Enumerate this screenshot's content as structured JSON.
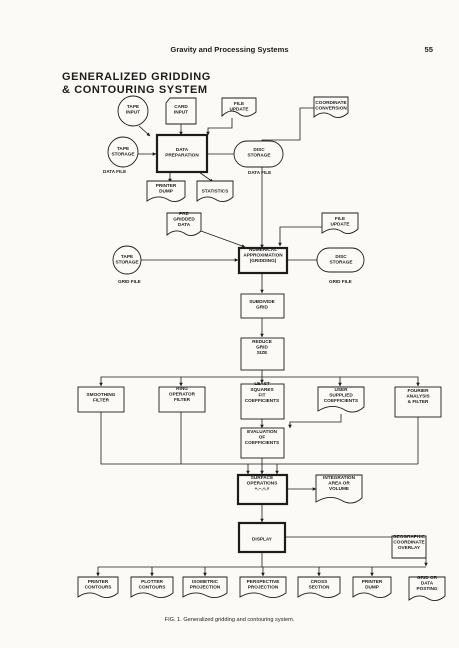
{
  "header": {
    "running_head": "Gravity and Processing Systems",
    "page_number": "55"
  },
  "chart_title": [
    "GENERALIZED GRIDDING",
    "& CONTOURING SYSTEM"
  ],
  "nodes": {
    "tape_input": [
      "TAPE",
      "INPUT"
    ],
    "card_input": [
      "CARD",
      "INPUT"
    ],
    "file_update_1": [
      "FILE",
      "UPDATE"
    ],
    "coordinate_conversion": [
      "COORDINATE",
      "CONVERSION"
    ],
    "tape_storage_1": [
      "TAPE",
      "STORAGE"
    ],
    "data_preparation": [
      "DATA",
      "PREPARATION"
    ],
    "disc_storage_1": [
      "DISC",
      "STORAGE"
    ],
    "printer_dump_1": [
      "PRINTER",
      "DUMP"
    ],
    "statistics": [
      "STATISTICS"
    ],
    "pre_gridded_data": [
      "PRE",
      "GRIDDED",
      "DATA"
    ],
    "file_update_2": [
      "FILE",
      "UPDATE"
    ],
    "tape_storage_2": [
      "TAPE",
      "STORAGE"
    ],
    "numerical_approximation": [
      "NUMERICAL",
      "APPROXIMATION",
      "(GRIDDING)"
    ],
    "disc_storage_2": [
      "DISC",
      "STORAGE"
    ],
    "subdivide_grid": [
      "SUBDIVIDE",
      "GRID"
    ],
    "reduce_grid_size": [
      "REDUCE",
      "GRID",
      "SIZE"
    ],
    "smoothing_filter": [
      "SMOOTHING",
      "FILTER"
    ],
    "ring_operator_filter": [
      "RING",
      "OPERATOR",
      "FILTER"
    ],
    "least_squares": [
      "LEAST",
      "SQUARES",
      "FIT",
      "COEFFICIENTS"
    ],
    "user_supplied": [
      "USER",
      "SUPPLIED",
      "COEFFICIENTS"
    ],
    "fourier_analysis": [
      "FOURIER",
      "ANALYSIS",
      "& FILTER"
    ],
    "evaluation": [
      "EVALUATION",
      "OF",
      "COEFFICIENTS"
    ],
    "surface_operations": [
      "SURFACE",
      "OPERATIONS",
      "+,−,÷,×"
    ],
    "integration": [
      "INTEGRATION",
      "AREA OR",
      "VOLUME"
    ],
    "display": [
      "DISPLAY"
    ],
    "geographic_overlay": [
      "GEOGRAPHIC",
      "COORDINATE",
      "OVERLAY"
    ],
    "grid_data_posting": [
      "GRID OR",
      "DATA",
      "POSTING"
    ],
    "printer_contours": [
      "PRINTER",
      "CONTOURS"
    ],
    "plotter_contours": [
      "PLOTTER",
      "CONTOURS"
    ],
    "isometric_projection": [
      "ISOMETRIC",
      "PROJECTION"
    ],
    "perspective_projection": [
      "PERSPECTIVE",
      "PROJECTION"
    ],
    "cross_section": [
      "CROSS",
      "SECTION"
    ],
    "printer_dump_2": [
      "PRINTER",
      "DUMP"
    ]
  },
  "side_labels": {
    "data_file_left": "DATA FILE",
    "data_file_disc": "DATA FILE",
    "grid_file_left": "GRID FILE",
    "grid_file_right": "GRID FILE"
  },
  "caption": "FIG. 1. Generalized gridding and contouring system."
}
